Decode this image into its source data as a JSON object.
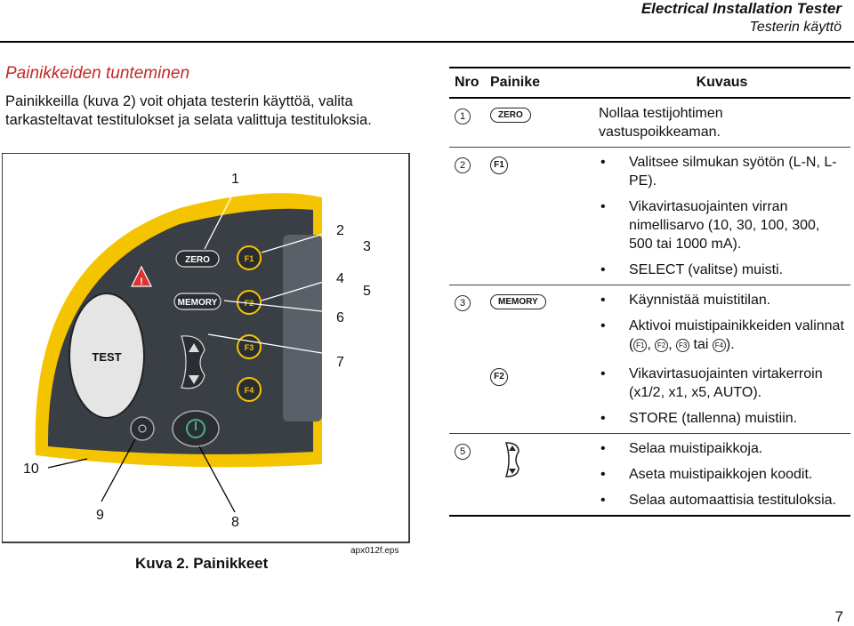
{
  "header": {
    "title": "Electrical Installation Tester",
    "subtitle": "Testerin käyttö"
  },
  "section": {
    "title": "Painikkeiden tunteminen",
    "intro": "Painikkeilla (kuva 2) voit ohjata testerin käyttöä, valita tarkasteltavat testitulokset ja selata valittuja testituloksia."
  },
  "figure": {
    "caption": "Kuva 2. Painikkeet",
    "file_id": "apx012f.eps",
    "callouts": [
      "1",
      "2",
      "3",
      "4",
      "5",
      "6",
      "7",
      "8",
      "9",
      "10"
    ],
    "labels": {
      "zero": "ZERO",
      "memory": "MEMORY",
      "test": "TEST",
      "f1": "F1",
      "f2": "F2",
      "f3": "F3",
      "f4": "F4",
      "warning": "!"
    },
    "colors": {
      "case": "#f5c400",
      "body": "#3a3f45",
      "panel": "#5a6068",
      "power": "#4caf80"
    }
  },
  "table": {
    "headers": {
      "no": "Nro",
      "button": "Painike",
      "desc": "Kuvaus"
    },
    "rows": [
      {
        "no": "1",
        "button": "ZERO",
        "text": "Nollaa testijohtimen vastuspoikkeaman."
      },
      {
        "no": "2",
        "button": "F1",
        "bullets": [
          "Valitsee silmukan syötön (L-N, L-PE).",
          "Vikavirtasuojainten virran nimellisarvo (10, 30, 100, 300, 500 tai 1000 mA).",
          "SELECT (valitse) muisti."
        ]
      },
      {
        "no": "3",
        "button": "MEMORY",
        "bullets": [
          "Käynnistää muistitilan.",
          "Aktivoi muistipainikkeiden valinnat (",
          "), "
        ]
      },
      {
        "no": "",
        "button": "F2",
        "bullets": [
          "Vikavirtasuojainten virtakerroin (x1/2, x1, x5, AUTO).",
          "STORE (tallenna) muistiin."
        ]
      },
      {
        "no": "5",
        "button": "",
        "bullets": [
          "Selaa muistipaikkoja.",
          "Aseta muistipaikkojen koodit.",
          "Selaa automaattisia testituloksia."
        ]
      }
    ],
    "inline": {
      "sep1": ", ",
      "sep2": ", ",
      "sep3": " tai ",
      "close": ")."
    }
  },
  "page_number": "7"
}
